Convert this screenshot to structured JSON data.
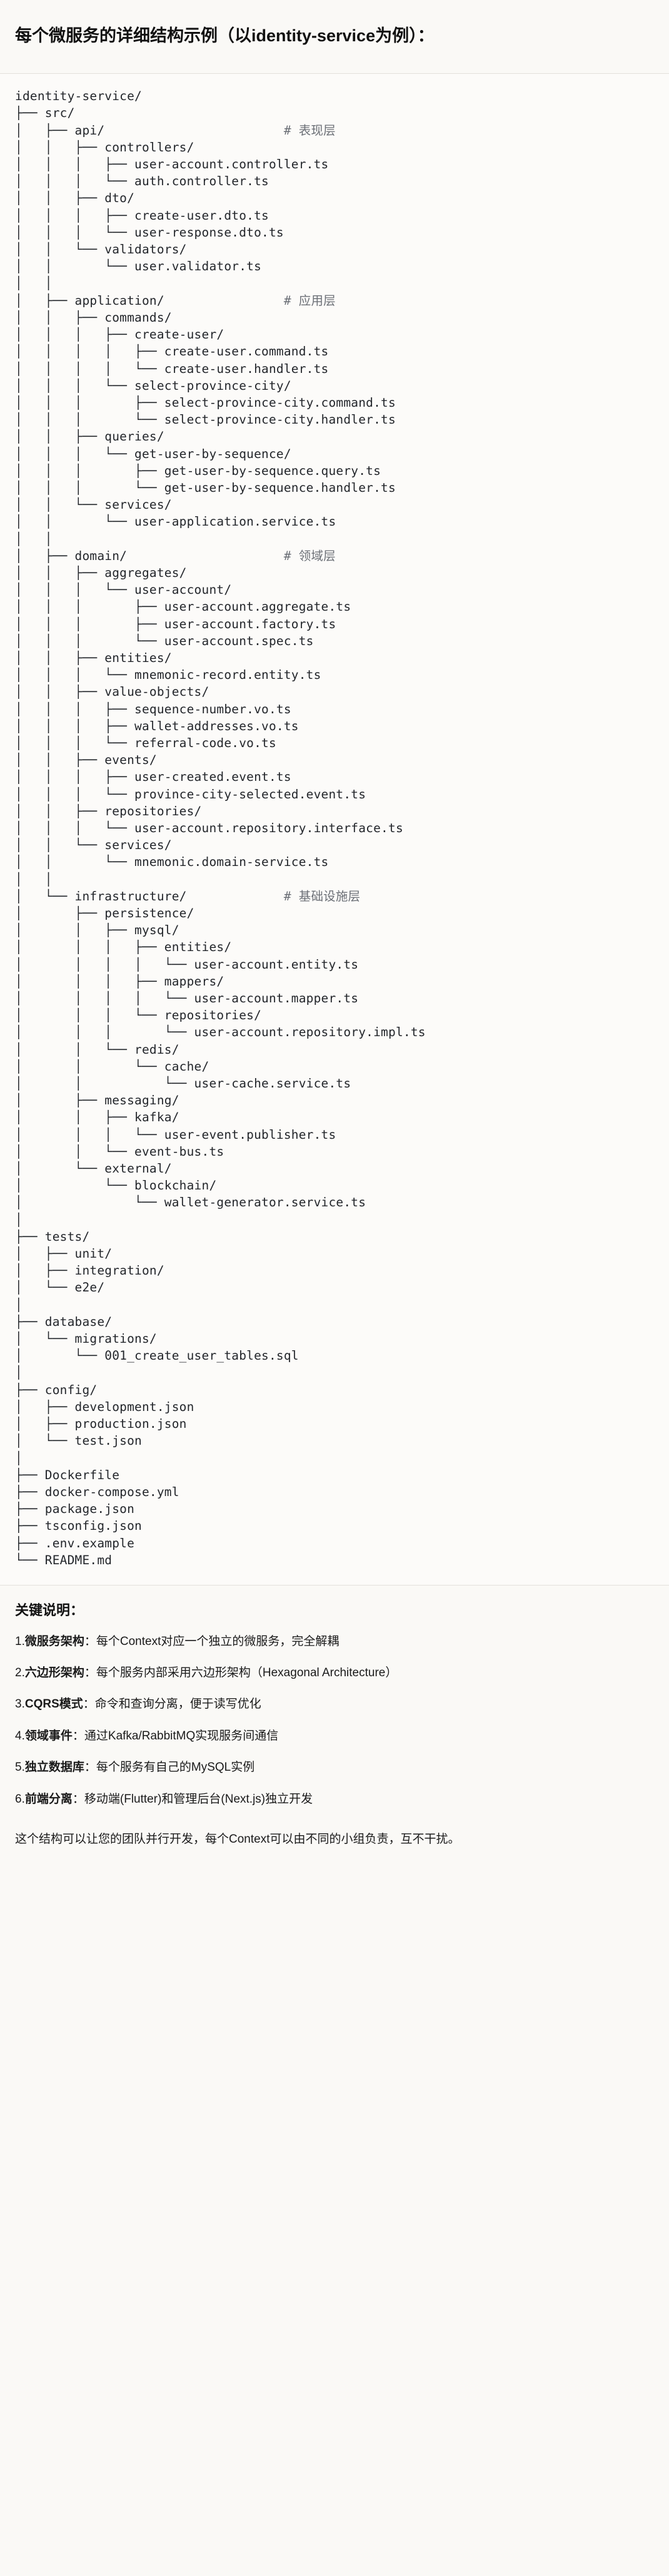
{
  "heading": "每个微服务的详细结构示例（以identity-service为例）：",
  "tree": {
    "label": "identity-service-directory-tree",
    "lines": [
      {
        "text": "identity-service/",
        "comment": ""
      },
      {
        "text": "├── src/",
        "comment": ""
      },
      {
        "text": "│   ├── api/",
        "comment": "# 表现层"
      },
      {
        "text": "│   │   ├── controllers/",
        "comment": ""
      },
      {
        "text": "│   │   │   ├── user-account.controller.ts",
        "comment": ""
      },
      {
        "text": "│   │   │   └── auth.controller.ts",
        "comment": ""
      },
      {
        "text": "│   │   ├── dto/",
        "comment": ""
      },
      {
        "text": "│   │   │   ├── create-user.dto.ts",
        "comment": ""
      },
      {
        "text": "│   │   │   └── user-response.dto.ts",
        "comment": ""
      },
      {
        "text": "│   │   └── validators/",
        "comment": ""
      },
      {
        "text": "│   │       └── user.validator.ts",
        "comment": ""
      },
      {
        "text": "│   │",
        "comment": ""
      },
      {
        "text": "│   ├── application/",
        "comment": "# 应用层"
      },
      {
        "text": "│   │   ├── commands/",
        "comment": ""
      },
      {
        "text": "│   │   │   ├── create-user/",
        "comment": ""
      },
      {
        "text": "│   │   │   │   ├── create-user.command.ts",
        "comment": ""
      },
      {
        "text": "│   │   │   │   └── create-user.handler.ts",
        "comment": ""
      },
      {
        "text": "│   │   │   └── select-province-city/",
        "comment": ""
      },
      {
        "text": "│   │   │       ├── select-province-city.command.ts",
        "comment": ""
      },
      {
        "text": "│   │   │       └── select-province-city.handler.ts",
        "comment": ""
      },
      {
        "text": "│   │   ├── queries/",
        "comment": ""
      },
      {
        "text": "│   │   │   └── get-user-by-sequence/",
        "comment": ""
      },
      {
        "text": "│   │   │       ├── get-user-by-sequence.query.ts",
        "comment": ""
      },
      {
        "text": "│   │   │       └── get-user-by-sequence.handler.ts",
        "comment": ""
      },
      {
        "text": "│   │   └── services/",
        "comment": ""
      },
      {
        "text": "│   │       └── user-application.service.ts",
        "comment": ""
      },
      {
        "text": "│   │",
        "comment": ""
      },
      {
        "text": "│   ├── domain/",
        "comment": "# 领域层"
      },
      {
        "text": "│   │   ├── aggregates/",
        "comment": ""
      },
      {
        "text": "│   │   │   └── user-account/",
        "comment": ""
      },
      {
        "text": "│   │   │       ├── user-account.aggregate.ts",
        "comment": ""
      },
      {
        "text": "│   │   │       ├── user-account.factory.ts",
        "comment": ""
      },
      {
        "text": "│   │   │       └── user-account.spec.ts",
        "comment": ""
      },
      {
        "text": "│   │   ├── entities/",
        "comment": ""
      },
      {
        "text": "│   │   │   └── mnemonic-record.entity.ts",
        "comment": ""
      },
      {
        "text": "│   │   ├── value-objects/",
        "comment": ""
      },
      {
        "text": "│   │   │   ├── sequence-number.vo.ts",
        "comment": ""
      },
      {
        "text": "│   │   │   ├── wallet-addresses.vo.ts",
        "comment": ""
      },
      {
        "text": "│   │   │   └── referral-code.vo.ts",
        "comment": ""
      },
      {
        "text": "│   │   ├── events/",
        "comment": ""
      },
      {
        "text": "│   │   │   ├── user-created.event.ts",
        "comment": ""
      },
      {
        "text": "│   │   │   └── province-city-selected.event.ts",
        "comment": ""
      },
      {
        "text": "│   │   ├── repositories/",
        "comment": ""
      },
      {
        "text": "│   │   │   └── user-account.repository.interface.ts",
        "comment": ""
      },
      {
        "text": "│   │   └── services/",
        "comment": ""
      },
      {
        "text": "│   │       └── mnemonic.domain-service.ts",
        "comment": ""
      },
      {
        "text": "│   │",
        "comment": ""
      },
      {
        "text": "│   └── infrastructure/",
        "comment": "# 基础设施层"
      },
      {
        "text": "│       ├── persistence/",
        "comment": ""
      },
      {
        "text": "│       │   ├── mysql/",
        "comment": ""
      },
      {
        "text": "│       │   │   ├── entities/",
        "comment": ""
      },
      {
        "text": "│       │   │   │   └── user-account.entity.ts",
        "comment": ""
      },
      {
        "text": "│       │   │   ├── mappers/",
        "comment": ""
      },
      {
        "text": "│       │   │   │   └── user-account.mapper.ts",
        "comment": ""
      },
      {
        "text": "│       │   │   └── repositories/",
        "comment": ""
      },
      {
        "text": "│       │   │       └── user-account.repository.impl.ts",
        "comment": ""
      },
      {
        "text": "│       │   └── redis/",
        "comment": ""
      },
      {
        "text": "│       │       └── cache/",
        "comment": ""
      },
      {
        "text": "│       │           └── user-cache.service.ts",
        "comment": ""
      },
      {
        "text": "│       ├── messaging/",
        "comment": ""
      },
      {
        "text": "│       │   ├── kafka/",
        "comment": ""
      },
      {
        "text": "│       │   │   └── user-event.publisher.ts",
        "comment": ""
      },
      {
        "text": "│       │   └── event-bus.ts",
        "comment": ""
      },
      {
        "text": "│       └── external/",
        "comment": ""
      },
      {
        "text": "│           └── blockchain/",
        "comment": ""
      },
      {
        "text": "│               └── wallet-generator.service.ts",
        "comment": ""
      },
      {
        "text": "│",
        "comment": ""
      },
      {
        "text": "├── tests/",
        "comment": ""
      },
      {
        "text": "│   ├── unit/",
        "comment": ""
      },
      {
        "text": "│   ├── integration/",
        "comment": ""
      },
      {
        "text": "│   └── e2e/",
        "comment": ""
      },
      {
        "text": "│",
        "comment": ""
      },
      {
        "text": "├── database/",
        "comment": ""
      },
      {
        "text": "│   └── migrations/",
        "comment": ""
      },
      {
        "text": "│       └── 001_create_user_tables.sql",
        "comment": ""
      },
      {
        "text": "│",
        "comment": ""
      },
      {
        "text": "├── config/",
        "comment": ""
      },
      {
        "text": "│   ├── development.json",
        "comment": ""
      },
      {
        "text": "│   ├── production.json",
        "comment": ""
      },
      {
        "text": "│   └── test.json",
        "comment": ""
      },
      {
        "text": "│",
        "comment": ""
      },
      {
        "text": "├── Dockerfile",
        "comment": ""
      },
      {
        "text": "├── docker-compose.yml",
        "comment": ""
      },
      {
        "text": "├── package.json",
        "comment": ""
      },
      {
        "text": "├── tsconfig.json",
        "comment": ""
      },
      {
        "text": "├── .env.example",
        "comment": ""
      },
      {
        "text": "└── README.md",
        "comment": ""
      }
    ]
  },
  "keys": {
    "title": "关键说明：",
    "items": [
      {
        "num": "1.",
        "term": "微服务架构",
        "sep": "：",
        "desc": "每个Context对应一个独立的微服务，完全解耦"
      },
      {
        "num": "2.",
        "term": "六边形架构",
        "sep": "：",
        "desc": "每个服务内部采用六边形架构（Hexagonal Architecture）"
      },
      {
        "num": "3.",
        "term": "CQRS模式",
        "sep": "：",
        "desc": "命令和查询分离，便于读写优化"
      },
      {
        "num": "4.",
        "term": "领域事件",
        "sep": "：",
        "desc": "通过Kafka/RabbitMQ实现服务间通信"
      },
      {
        "num": "5.",
        "term": "独立数据库",
        "sep": "：",
        "desc": "每个服务有自己的MySQL实例"
      },
      {
        "num": "6.",
        "term": "前端分离",
        "sep": "：",
        "desc": "移动端(Flutter)和管理后台(Next.js)独立开发"
      }
    ],
    "footnote": "这个结构可以让您的团队并行开发，每个Context可以由不同的小组负责，互不干扰。"
  }
}
